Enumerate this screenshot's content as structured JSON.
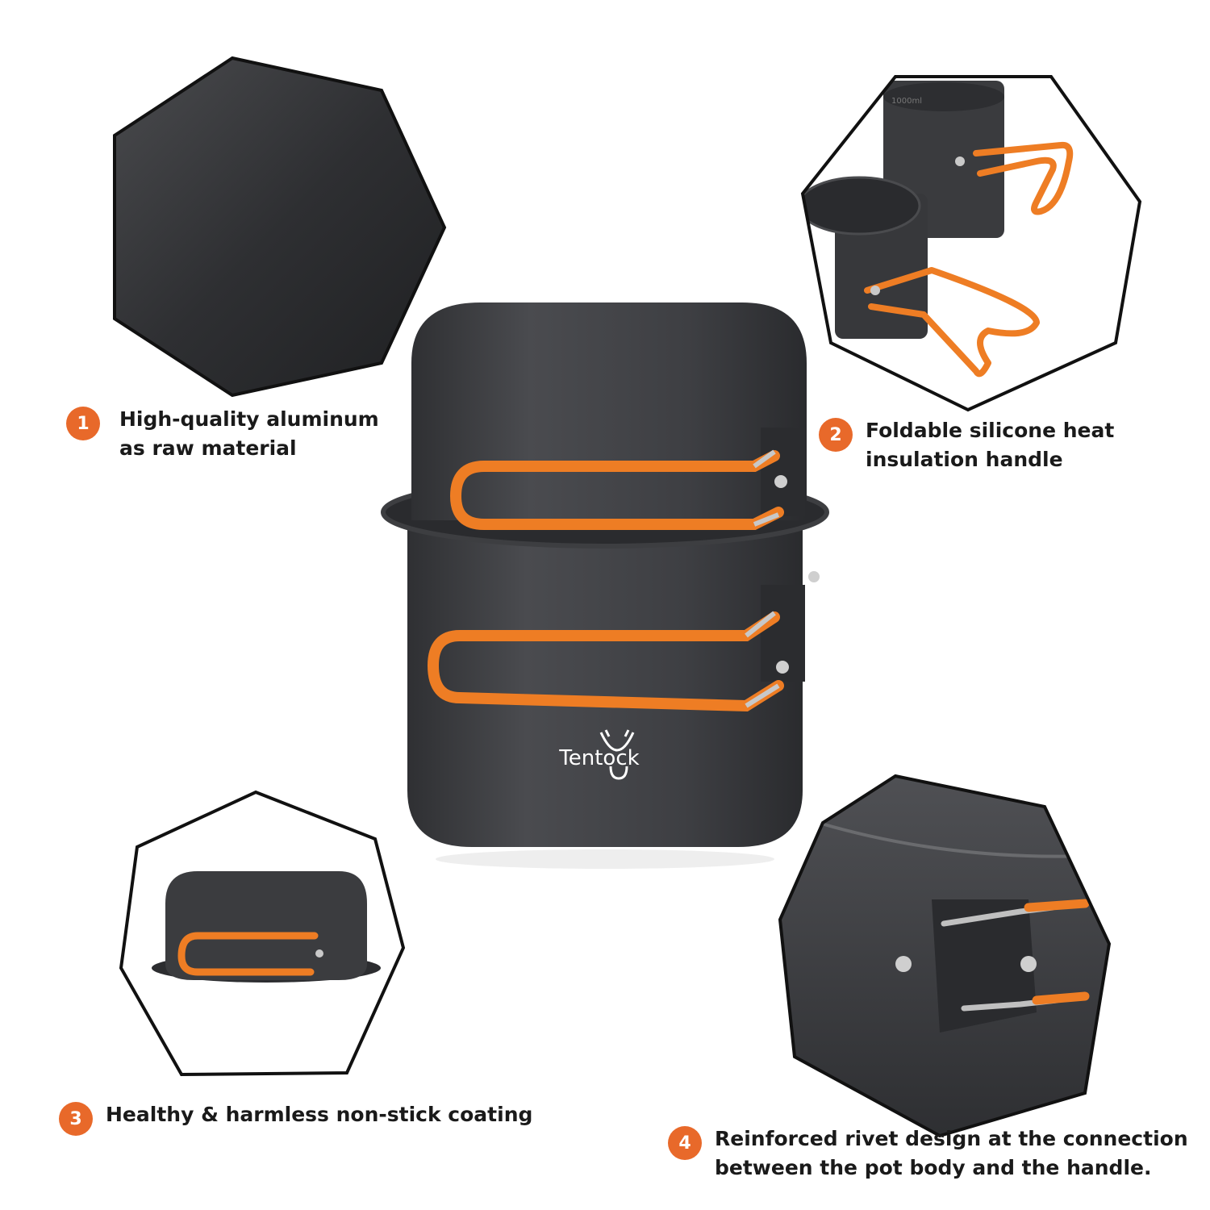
{
  "brand": {
    "logo_text": "Tentock"
  },
  "theme": {
    "accent": "#e8692a",
    "pot": "#3b3c3f",
    "handle": "#ee7d24"
  },
  "features": [
    {
      "number": "1",
      "lines": [
        "High-quality aluminum",
        "as raw material"
      ]
    },
    {
      "number": "2",
      "lines": [
        "Foldable silicone heat",
        "insulation handle"
      ]
    },
    {
      "number": "3",
      "lines": [
        "Healthy & harmless non-stick coating"
      ]
    },
    {
      "number": "4",
      "lines": [
        "Reinforced rivet design at the connection",
        "between the pot body and the handle."
      ]
    }
  ]
}
